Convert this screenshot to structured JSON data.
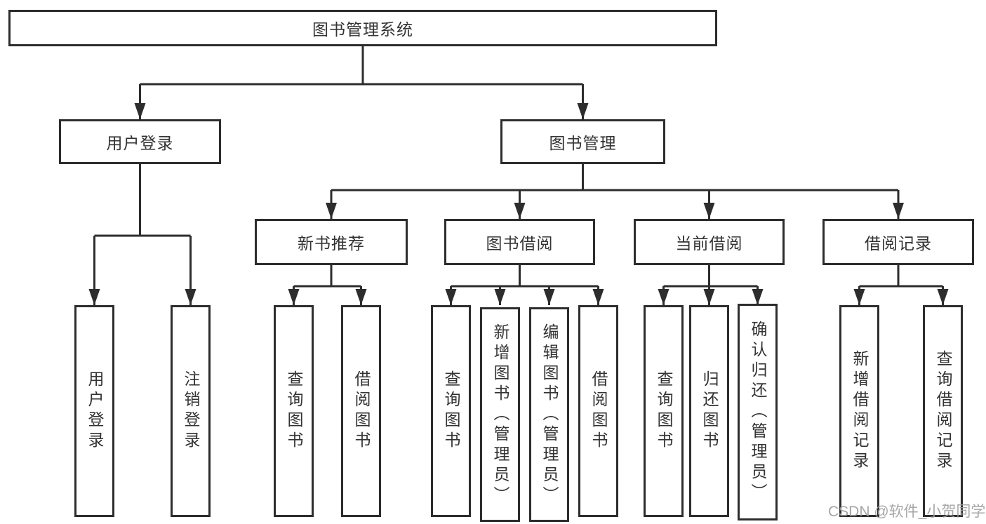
{
  "tree": {
    "root": {
      "label": "图书管理系统",
      "children": [
        {
          "label": "用户登录",
          "children": [
            {
              "label": "用户登录"
            },
            {
              "label": "注销登录"
            }
          ]
        },
        {
          "label": "图书管理",
          "children": [
            {
              "label": "新书推荐",
              "children": [
                {
                  "label": "查询图书"
                },
                {
                  "label": "借阅图书"
                }
              ]
            },
            {
              "label": "图书借阅",
              "children": [
                {
                  "label": "查询图书"
                },
                {
                  "label": "新增图书（管理员）"
                },
                {
                  "label": "编辑图书（管理员）"
                },
                {
                  "label": "借阅图书"
                }
              ]
            },
            {
              "label": "当前借阅",
              "children": [
                {
                  "label": "查询图书"
                },
                {
                  "label": "归还图书"
                },
                {
                  "label": "确认归还（管理员）"
                }
              ]
            },
            {
              "label": "借阅记录",
              "children": [
                {
                  "label": "新增借阅记录"
                },
                {
                  "label": "查询借阅记录"
                }
              ]
            }
          ]
        }
      ]
    }
  },
  "watermark": {
    "text": "CSDN @软件_小贺同学"
  },
  "colors": {
    "line": "#2d2d2d",
    "box_border": "#2d2d2d",
    "text": "#333333",
    "background": "#ffffff",
    "watermark": "#9e9e9e"
  }
}
